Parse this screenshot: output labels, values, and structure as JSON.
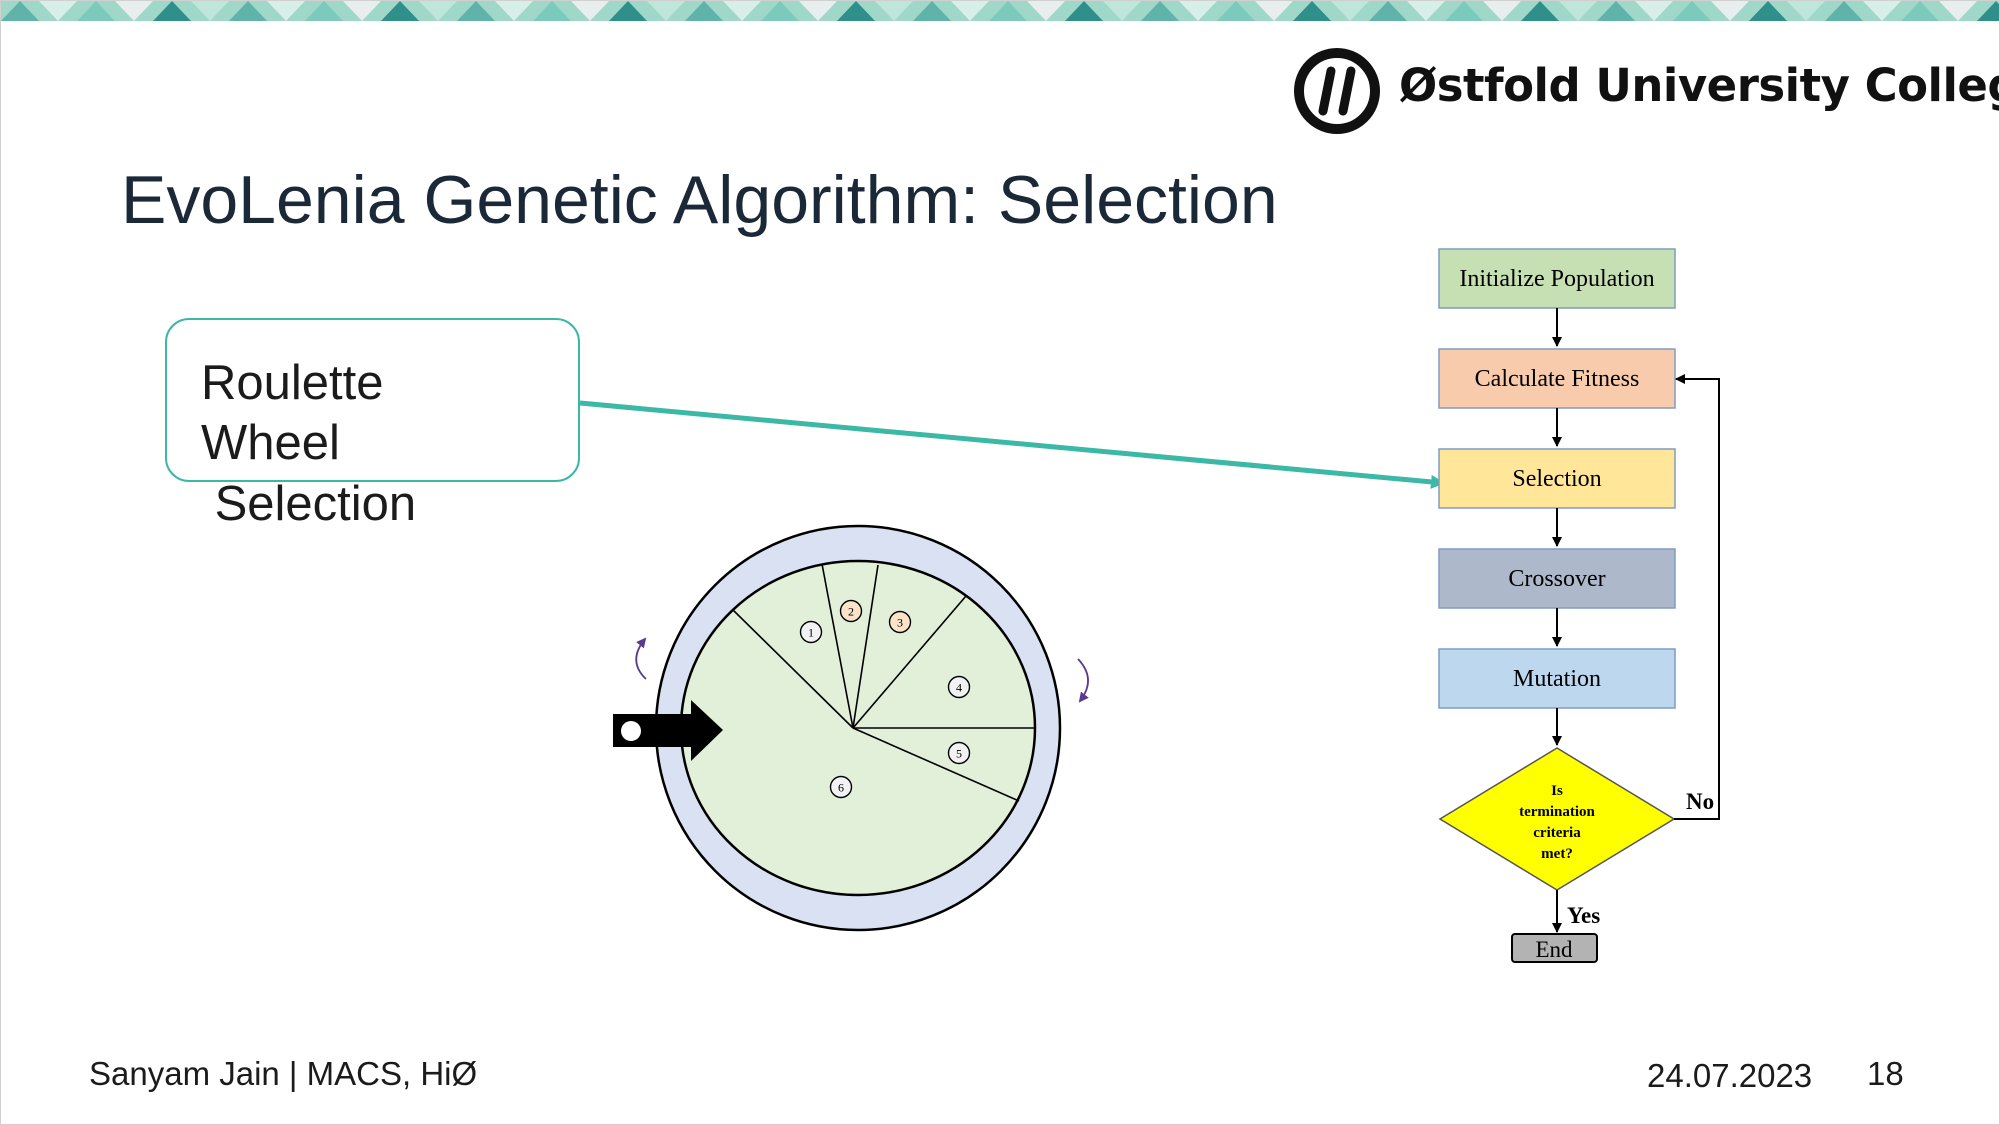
{
  "slide": {
    "title": "EvoLenia Genetic Algorithm: Selection",
    "logo": {
      "name": "Østfold University College",
      "icon": "hiof-logo-icon"
    },
    "callout": {
      "lines": [
        "Roulette",
        "Wheel",
        " Selection"
      ]
    },
    "footer": {
      "author": "Sanyam Jain | MACS, HiØ",
      "date": "24.07.2023",
      "page": "18"
    }
  },
  "roulette_wheel": {
    "segments": [
      "1",
      "2",
      "3",
      "4",
      "5",
      "6"
    ]
  },
  "flowchart": {
    "steps": [
      {
        "label": "Initialize Population",
        "color": "#c6e0b4"
      },
      {
        "label": "Calculate Fitness",
        "color": "#f8cbad"
      },
      {
        "label": "Selection",
        "color": "#ffe699"
      },
      {
        "label": "Crossover",
        "color": "#adb9ca"
      },
      {
        "label": "Mutation",
        "color": "#bdd7ee"
      }
    ],
    "decision": {
      "lines": [
        "Is",
        "termination",
        "criteria",
        "met?"
      ],
      "color": "#ffff00"
    },
    "no_label": "No",
    "yes_label": "Yes",
    "end_label": "End"
  },
  "colors": {
    "accent": "#3bb8a6",
    "wheel_fill": "#e2efd9",
    "wheel_ring": "#d9e1f2"
  }
}
